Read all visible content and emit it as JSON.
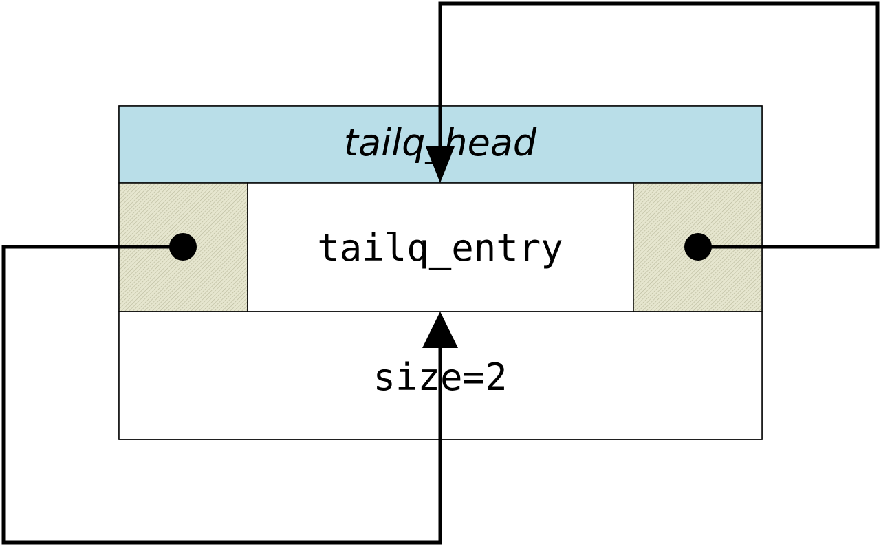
{
  "diagram": {
    "head_label": "tailq_head",
    "entry_label": "tailq_entry",
    "size_label": "size=2"
  },
  "colors": {
    "head_fill": "#b9dee8",
    "pointer_cell_fill": "#e6e6cf",
    "pointer_cell_hatch": "#b8b89a",
    "body_fill": "#ffffff",
    "stroke": "#000000"
  }
}
